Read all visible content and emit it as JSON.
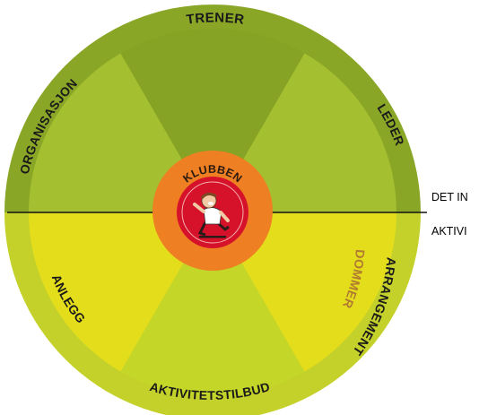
{
  "wheel": {
    "center_label": "KLUBBEN",
    "sectors": {
      "top": "TRENER",
      "top_left": "ORGANISASJON",
      "top_right": "LEDER",
      "bottom_left": "ANLEGG",
      "bottom": "AKTIVITETSTILBUD",
      "bottom_right_inner": "DOMMER",
      "bottom_right_outer": "ARRANGEMENT"
    },
    "side_text": {
      "upper": "DET IN",
      "lower": "AKTIVI"
    },
    "colors": {
      "upper_ring": "#8aa626",
      "upper_light": "#a4bf30",
      "upper_dark": "#86a325",
      "lower_ring": "#c4d12a",
      "lower_yellow": "#e4dd1c",
      "lower_green": "#c4d628",
      "center_outer": "#ee7f22",
      "center_inner": "#d6122a"
    }
  }
}
